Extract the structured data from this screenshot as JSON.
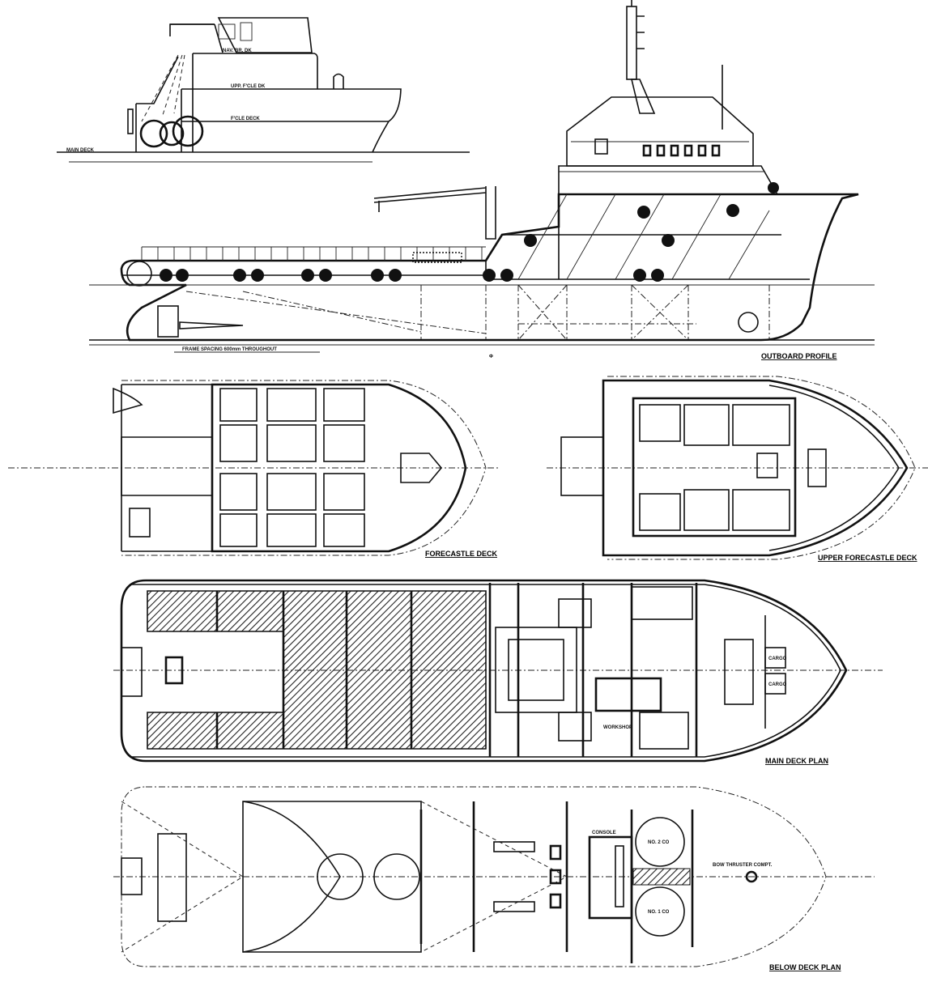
{
  "titles": {
    "outboard_profile": "OUTBOARD PROFILE",
    "forecastle_deck": "FORECASTLE DECK",
    "upper_forecastle_deck": "UPPER FORECASTLE DECK",
    "main_deck_plan": "MAIN DECK PLAN",
    "below_deck_plan": "BELOW DECK PLAN"
  },
  "inset_profile": {
    "nav_br_dk": "NAV. BR. DK",
    "upp_fcle_dk": "UPP. F'CLE DK",
    "fcle_deck": "F'CLE DECK",
    "main_deck": "MAIN DECK"
  },
  "outboard": {
    "frame_spacing": "FRAME SPACING 600mm THROUGHOUT"
  },
  "main_deck": {
    "cargo_1": "CARGO",
    "cargo_2": "CARGO",
    "workshop": "WORKSHOP"
  },
  "below_deck": {
    "no2": "NO. 2 CO",
    "no1": "NO. 1 CO",
    "bow_thruster": "BOW THRUSTER COMPT.",
    "console": "CONSOLE"
  }
}
